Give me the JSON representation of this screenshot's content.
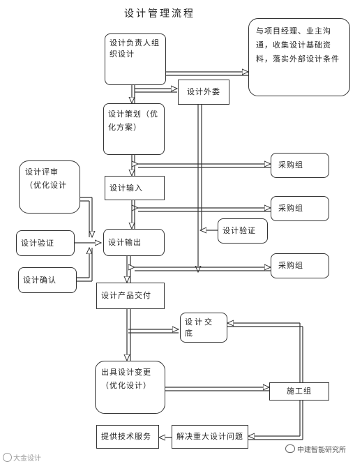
{
  "title": "设计管理流程",
  "nodes": {
    "design_lead": "设计负责人组织设计",
    "communicate": "与项目经理、业主沟通，收集设计基础资料，落实外部设计条件",
    "outsource": "设计外委",
    "planning": "设计策划（优化方案）",
    "procure_1": "采购组",
    "review": "设计评审（优化设计",
    "input": "设计输入",
    "procure_2": "采购组",
    "verify_right": "设计验证",
    "verify_left": "设计验证",
    "output": "设计输出",
    "procure_3": "采购组",
    "confirm": "设计确认",
    "delivery": "设计产品交付",
    "handover": "设计交底",
    "change": "出具设计变更（优化设计）",
    "construction": "施工组",
    "tech_service": "提供技术服务",
    "resolve": "解决重大设计问题"
  },
  "watermarks": {
    "left": "大金设计",
    "right": "中建智能研究所"
  }
}
